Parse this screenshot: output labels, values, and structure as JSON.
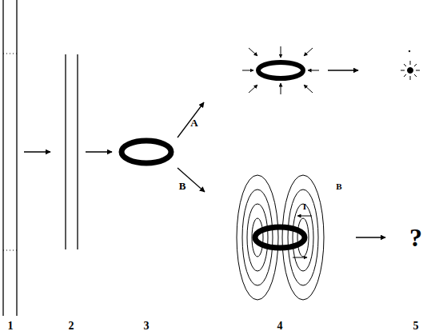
{
  "diagram": {
    "labels": [
      "1",
      "2",
      "3",
      "4",
      "5",
      "A",
      "B",
      "I",
      "B",
      "?"
    ]
  }
}
